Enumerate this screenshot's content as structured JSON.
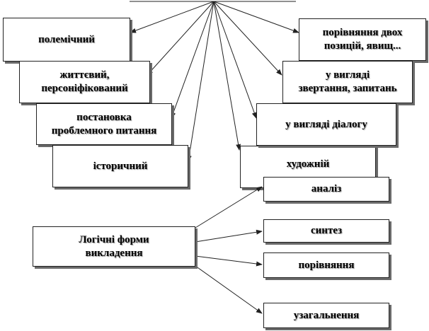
{
  "colors": {
    "border": "#222222",
    "shadow": "#6a6a6a",
    "arrow": "#222222",
    "text": "#000000"
  },
  "left_forms": {
    "polemic": "полемічний",
    "life_line1": "життєвий,",
    "life_line2": "персоніфікований",
    "problem_line1": "постановка",
    "problem_line2": "проблемного питання",
    "history": "історичний"
  },
  "right_forms": {
    "compare_line1": "порівняння двох",
    "compare_line2": "позицій, явищ...",
    "appeal_line1": "у вигляді",
    "appeal_line2": "звертання, запитань",
    "dialogue": "у вигляді діалогу",
    "art": "художній"
  },
  "logical": {
    "title_line1": "Логічні форми",
    "title_line2": "викладення",
    "analysis": "аналіз",
    "synthesis": "синтез",
    "comparison": "порівняння",
    "generalization": "узагальнення"
  }
}
